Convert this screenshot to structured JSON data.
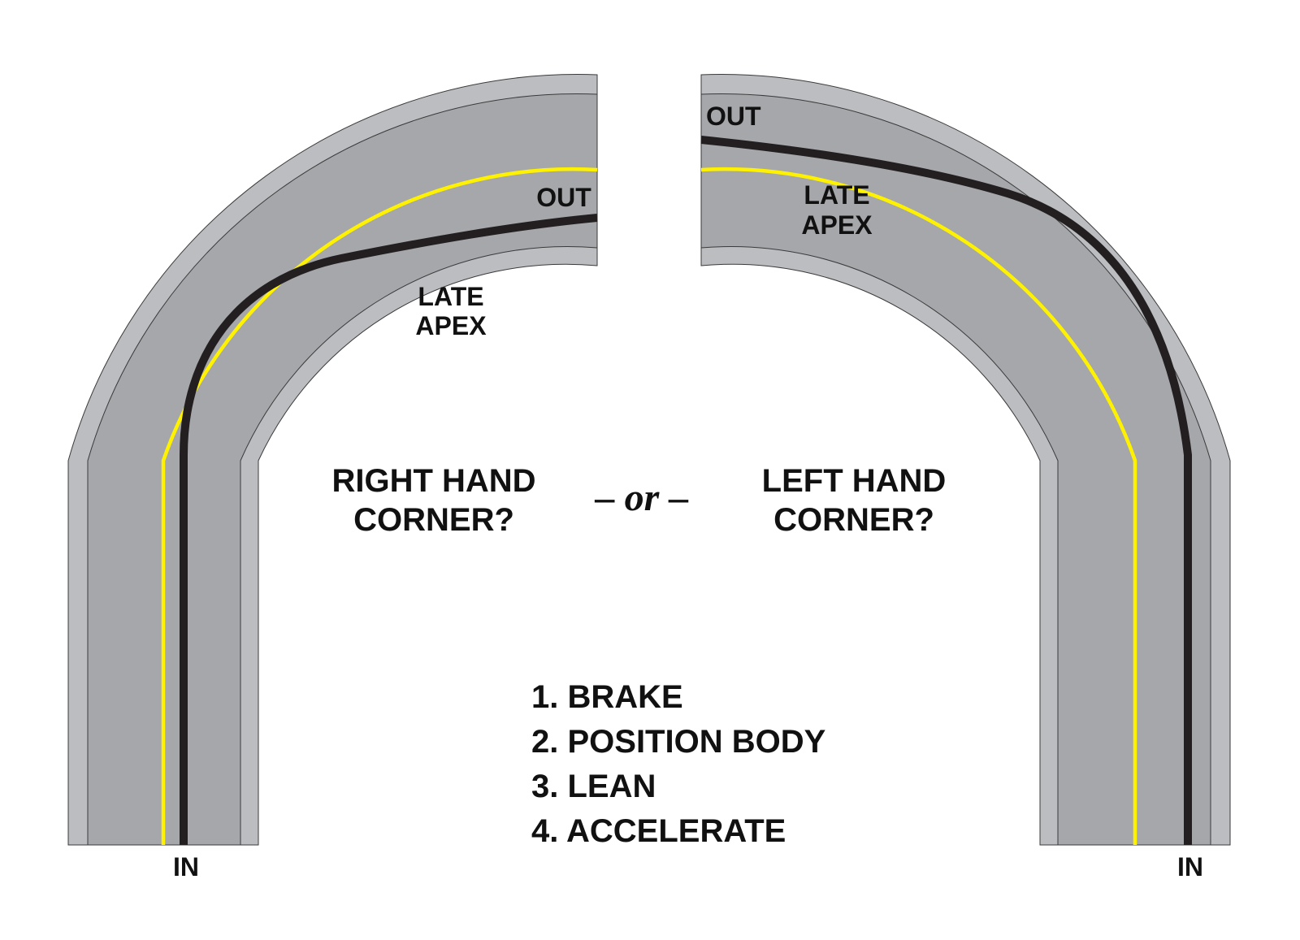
{
  "colors": {
    "shoulder": "#bcbdc0",
    "road": "#a6a7aa",
    "edge": "#3a3a3a",
    "center_line": "#fff200",
    "riding_line": "#231f20",
    "text": "#111111"
  },
  "right_corner": {
    "in_label": "IN",
    "out_label": "OUT",
    "apex_line1": "LATE",
    "apex_line2": "APEX",
    "question_line1": "RIGHT HAND",
    "question_line2": "CORNER?"
  },
  "left_corner": {
    "in_label": "IN",
    "out_label": "OUT",
    "apex_line1": "LATE",
    "apex_line2": "APEX",
    "question_line1": "LEFT HAND",
    "question_line2": "CORNER?"
  },
  "separator": "– or –",
  "steps": [
    "1. BRAKE",
    "2. POSITION BODY",
    "3. LEAN",
    "4. ACCELERATE"
  ]
}
